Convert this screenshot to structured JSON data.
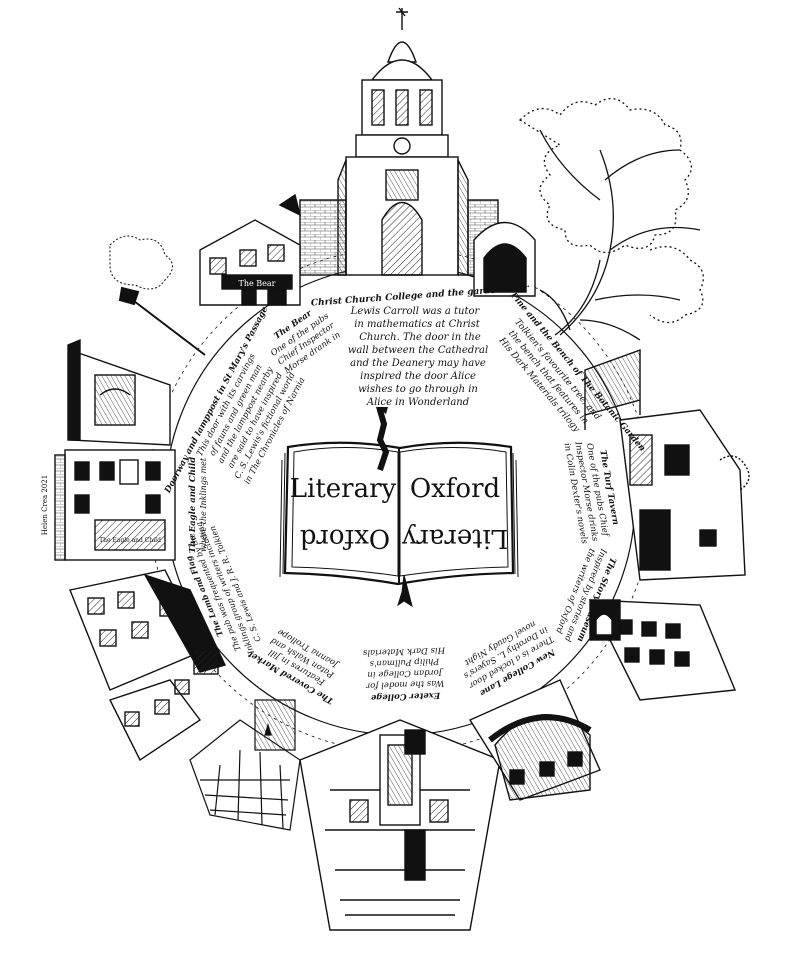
{
  "book": {
    "left_word": "Literary",
    "right_word": "Oxford",
    "left_word_mirrored": "Oxford",
    "right_word_mirrored": "Literary"
  },
  "signature": "Helen Crea 2021",
  "sign_bear": "The Bear",
  "sign_eagle_child": "The Eagle and Child",
  "landmarks": [
    {
      "key": "christ_church",
      "title": "Christ Church College and the garden door",
      "lines": [
        "Lewis Carroll was a tutor",
        "in mathematics at Christ",
        "Church. The door in the",
        "wall between the Cathedral",
        "and the Deanery may have",
        "inspired the door Alice",
        "wishes to go through in",
        "Alice in Wonderland"
      ]
    },
    {
      "key": "black_pine",
      "title": "Black Pine and the Bench of The Botanic Garden",
      "lines": [
        "Tolkien's favourite tree, and",
        "the bench that features in",
        "His Dark Materials trilogy"
      ]
    },
    {
      "key": "turf",
      "title": "The Turf Tavern",
      "lines": [
        "One of the pubs Chief",
        "Inspector Morse drinks",
        "in Colin Dexter's novels"
      ]
    },
    {
      "key": "sheldonian",
      "title": "The Story Museum",
      "lines": [
        "Inspired by stories and",
        "the writers of Oxford"
      ]
    },
    {
      "key": "new_college",
      "title": "New College Lane",
      "lines": [
        "There is a locked door",
        "in Dorothy L. Sayers's",
        "novel Gaudy Night"
      ]
    },
    {
      "key": "exeter",
      "title": "Exeter College",
      "lines": [
        "Was the model for",
        "Jordan College in",
        "Philip Pullman's",
        "His Dark Materials"
      ]
    },
    {
      "key": "covered_market",
      "title": "The Covered Market",
      "lines": [
        "Features in Jill",
        "Paton Walsh and",
        "Joanna Trollope"
      ]
    },
    {
      "key": "lamb_flag",
      "title": "The Lamb and Flag",
      "lines": [
        "The pub was frequented by the",
        "Inklings group of writers including",
        "C. S. Lewis and J. R. R. Tolkien"
      ]
    },
    {
      "key": "eagle_child",
      "title": "The Eagle and Child",
      "lines": [
        "where the Inklings met"
      ]
    },
    {
      "key": "lamppost",
      "title": "Doorway and lamppost in St Mary's Passage",
      "lines": [
        "This door with its carvings",
        "of fauns and green man",
        "and the lamppost nearby",
        "are said to have inspired",
        "C. S. Lewis's fictional world",
        "in The Chronicles of Narnia"
      ]
    },
    {
      "key": "bear",
      "title": "The Bear",
      "lines": [
        "One of the pubs",
        "Chief Inspector",
        "Morse drank in"
      ]
    }
  ]
}
